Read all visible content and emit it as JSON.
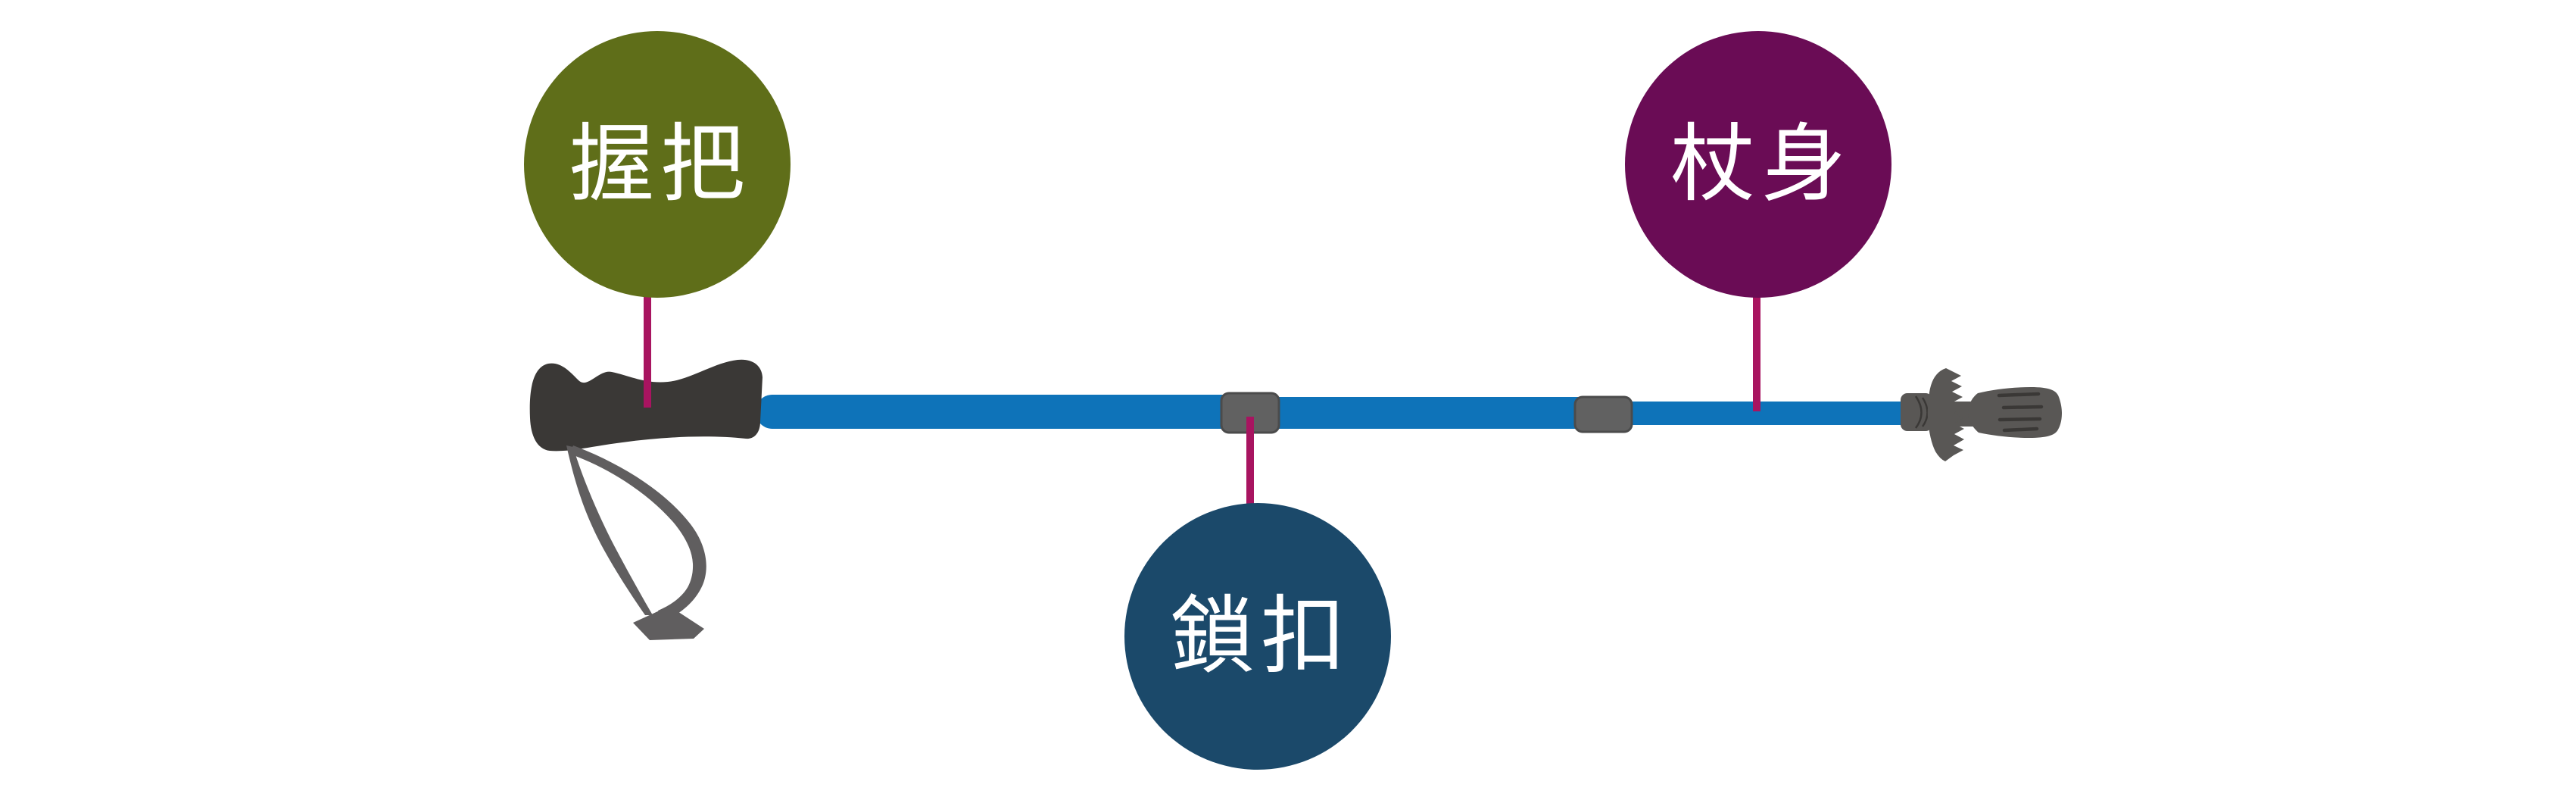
{
  "page": {
    "background": "#ffffff"
  },
  "labels": {
    "grip": {
      "text": "握把",
      "circle_color": "#5f6e19"
    },
    "lock": {
      "text": "鎖扣",
      "circle_color": "#1b496a"
    },
    "shaft": {
      "text": "杖身",
      "circle_color": "#6a0c55"
    }
  },
  "colors": {
    "label_text": "#ffffff",
    "leader_line": "#a81460",
    "pole_shaft": "#0e73b9",
    "grip": "#3a3836",
    "strap": "#605e5f",
    "clasp": "#616161",
    "clasp_border": "#4b4b4b",
    "tip": "#595755",
    "tip_groove": "#3a3836"
  },
  "illustration": {
    "subject": "trekking-pole",
    "parts": [
      "pole-grip",
      "wrist-strap",
      "pole-shaft-sections",
      "locking-clasp",
      "joint-ferrule",
      "mud-basket",
      "rubber-tip"
    ]
  }
}
